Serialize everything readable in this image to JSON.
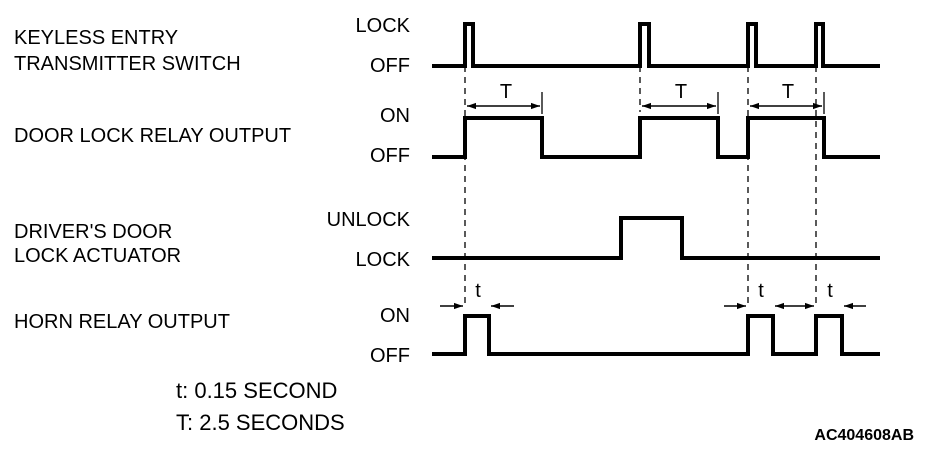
{
  "signals": [
    {
      "label_lines": [
        "KEYLESS ENTRY",
        "TRANSMITTER SWITCH"
      ],
      "states": {
        "high": "LOCK",
        "low": "OFF"
      }
    },
    {
      "label_lines": [
        "DOOR LOCK RELAY OUTPUT"
      ],
      "states": {
        "high": "ON",
        "low": "OFF"
      }
    },
    {
      "label_lines": [
        "DRIVER'S DOOR",
        "LOCK ACTUATOR"
      ],
      "states": {
        "high": "UNLOCK",
        "low": "LOCK"
      }
    },
    {
      "label_lines": [
        "HORN RELAY OUTPUT"
      ],
      "states": {
        "high": "ON",
        "low": "OFF"
      }
    }
  ],
  "intervals": {
    "long_symbol": "T",
    "short_symbol": "t"
  },
  "legend": {
    "short": "t: 0.15 SECOND",
    "long": "T: 2.5 SECONDS"
  },
  "reference_code": "AC404608AB"
}
